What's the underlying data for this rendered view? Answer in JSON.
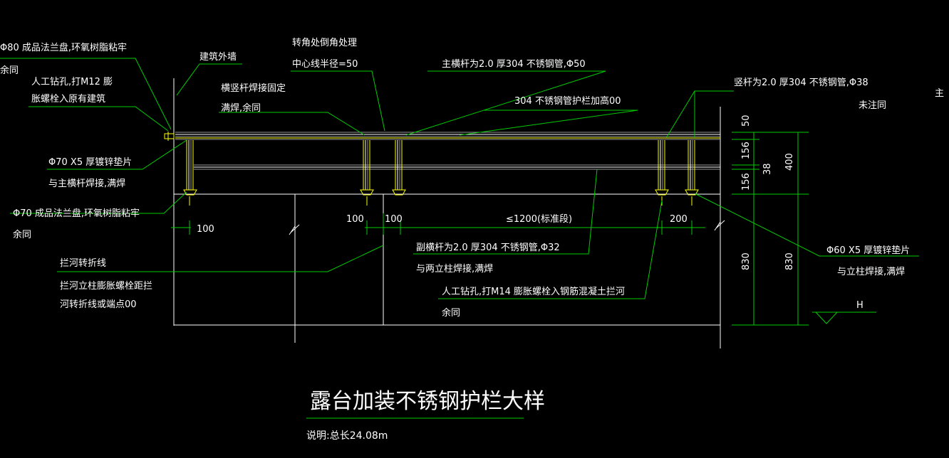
{
  "colors": {
    "background": "#000000",
    "leader": "#00cc00",
    "geometry": "#ffffff",
    "rail_detail": "#ffff00",
    "text": "#ffffff"
  },
  "notes": {
    "flange80_l1": "Φ80 成品法兰盘,环氧树脂粘牢",
    "flange80_l2": "余同",
    "bolt12_l1": "人工钻孔,打M12 膨",
    "bolt12_l2": "胀螺栓入原有建筑",
    "outer_wall": "建筑外墙",
    "corner_l1": "转角处倒角处理",
    "corner_l2": "中心线半径=50",
    "weld_fix_l1": "横竖杆焊接固定",
    "weld_fix_l2": "满焊,余同",
    "main_rail": "主横杆为2.0 厚304 不锈钢管,Φ50",
    "guard_height": "304 不锈钢管护栏加高00",
    "post_l1": "竖杆为2.0 厚304 不锈钢管,Φ38",
    "post_l2": "未注同",
    "edge_text": "主",
    "pad70_l1": "Φ70 X5 厚镀锌垫片",
    "pad70_l2": "与主横杆焊接,满焊",
    "flange70_l1": "Φ70 成品法兰盘,环氧树脂粘牢",
    "flange70_l2": "余同",
    "sub_rail_l1": "副横杆为2.0 厚304 不锈钢管,Φ32",
    "sub_rail_l2": "与两立柱焊接,满焊",
    "pad60_l1": "Φ60 X5 厚镀锌垫片",
    "pad60_l2": "与立柱焊接,满焊",
    "fold_l1": "拦河转折线",
    "fold_l2": "拦河立柱膨胀螺栓距拦",
    "fold_l3": "河转折线或端点00",
    "bolt14_l1": "人工钻孔,打M14 膨胀螺栓入钢筋混凝土拦河",
    "bolt14_l2": "余同"
  },
  "dimensions": {
    "d100_left": "100",
    "d100_a": "100",
    "d100_b": "100",
    "d1200": "≤1200(标准段)",
    "d200": "200",
    "d50": "50",
    "d156a": "156",
    "d156b": "156",
    "d38": "38",
    "d400": "400",
    "d830a": "830",
    "d830b": "830",
    "level": "H"
  },
  "title": "露台加装不锈钢护栏大样",
  "subtitle": "说明:总长24.08m"
}
